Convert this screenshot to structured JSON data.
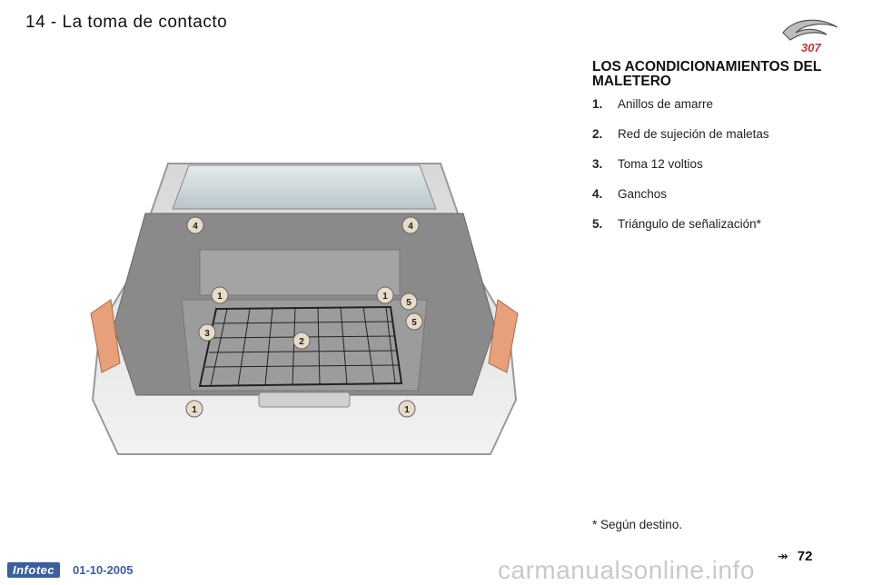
{
  "header": {
    "title": "14 - La toma de contacto"
  },
  "logo": {
    "name": "307-lion-logo",
    "text": "307"
  },
  "section": {
    "heading": "LOS ACONDICIONAMIENTOS DEL MALETERO",
    "items": [
      {
        "num": "1.",
        "label": "Anillos de amarre"
      },
      {
        "num": "2.",
        "label": "Red de sujeción de maletas"
      },
      {
        "num": "3.",
        "label": "Toma 12 voltios"
      },
      {
        "num": "4.",
        "label": "Ganchos"
      },
      {
        "num": "5.",
        "label": "Triángulo de señalización*"
      }
    ]
  },
  "illustration": {
    "name": "trunk-illustration",
    "callouts": [
      "4",
      "4",
      "1",
      "1",
      "5",
      "5",
      "3",
      "2",
      "1",
      "1"
    ]
  },
  "footnote": "* Según destino.",
  "nav": {
    "arrow_icon": "double-arrow-right-icon",
    "page": "72"
  },
  "footer": {
    "logo_text": "Infotec",
    "date": "01-10-2005",
    "watermark": "carmanualsonline.info"
  },
  "colors": {
    "footer_blue": "#3a5f9f",
    "logo_red": "#c0392b"
  }
}
